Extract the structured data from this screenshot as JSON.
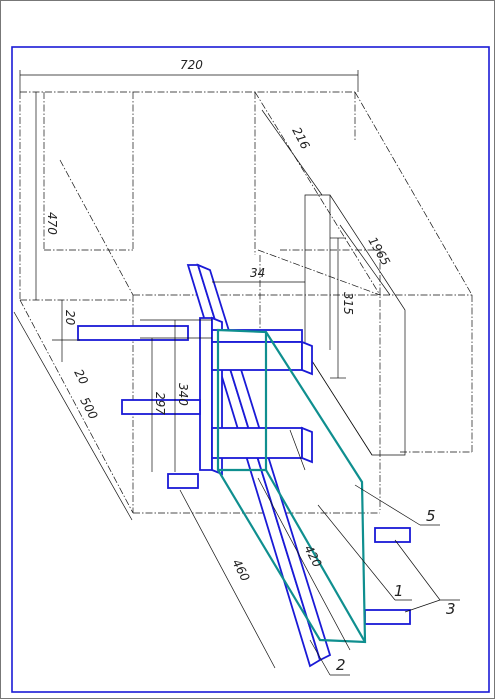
{
  "dimensions": {
    "d720": "720",
    "d470": "470",
    "d216": "216",
    "d1965": "1965",
    "d34": "34",
    "d315": "315",
    "d20a": "20",
    "d20b": "20",
    "d500": "500",
    "d297": "297",
    "d340": "340",
    "d460": "460",
    "d420": "420"
  },
  "callouts": {
    "c1": "1",
    "c2": "2",
    "c3": "3",
    "c5": "5"
  },
  "colors": {
    "frame": "#1a1ad6",
    "body": "#1a1ad6",
    "panel": "#0f8f8f",
    "lines": "#111111"
  }
}
